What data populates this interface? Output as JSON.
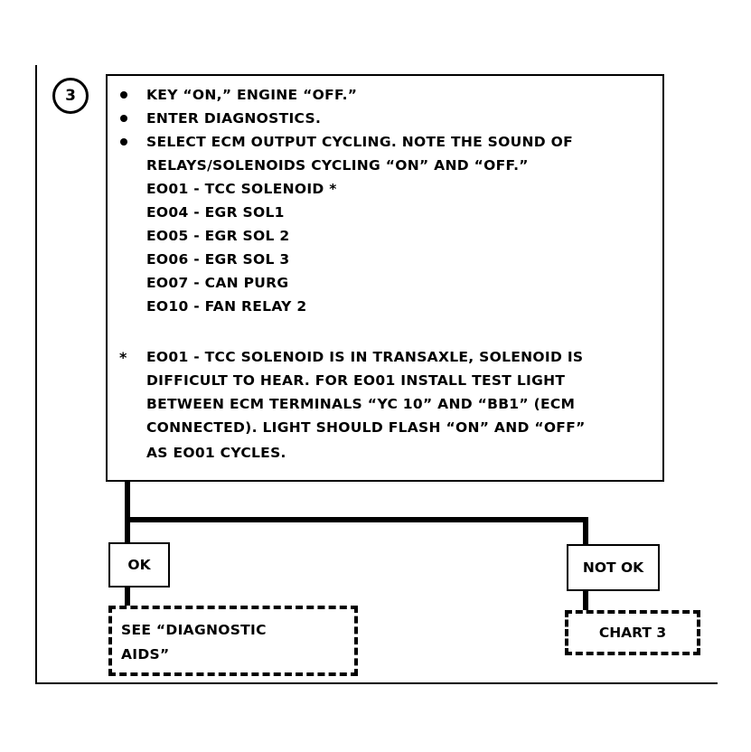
{
  "step_number": "3",
  "instructions": {
    "bullet_1": "KEY “ON,”  ENGINE “OFF.”",
    "bullet_2": "ENTER DIAGNOSTICS.",
    "bullet_3_line_1": "SELECT ECM OUTPUT CYCLING. NOTE THE SOUND OF",
    "bullet_3_line_2": "RELAYS/SOLENOIDS CYCLING “ON” AND “OFF.”",
    "outputs": [
      "EO01 - TCC SOLENOID *",
      "EO04 - EGR SOL1",
      "EO05 - EGR SOL 2",
      "EO06 - EGR SOL 3",
      "EO07 - CAN PURG",
      "EO10 - FAN RELAY 2"
    ],
    "footnote_marker": "*",
    "footnote_lines": [
      "EO01 - TCC SOLENOID IS IN TRANSAXLE,  SOLENOID IS",
      "DIFFICULT TO HEAR.   FOR EO01 INSTALL TEST LIGHT",
      "BETWEEN ECM TERMINALS “YC 10” AND “BB1” (ECM",
      "CONNECTED). LIGHT SHOULD FLASH “ON” AND “OFF”",
      "AS EO01 CYCLES."
    ]
  },
  "result_ok": {
    "label": "OK",
    "next_line_1": "SEE  “DIAGNOSTIC",
    "next_line_2": "AIDS”"
  },
  "result_not_ok": {
    "label": "NOT OK",
    "next": "CHART 3"
  }
}
